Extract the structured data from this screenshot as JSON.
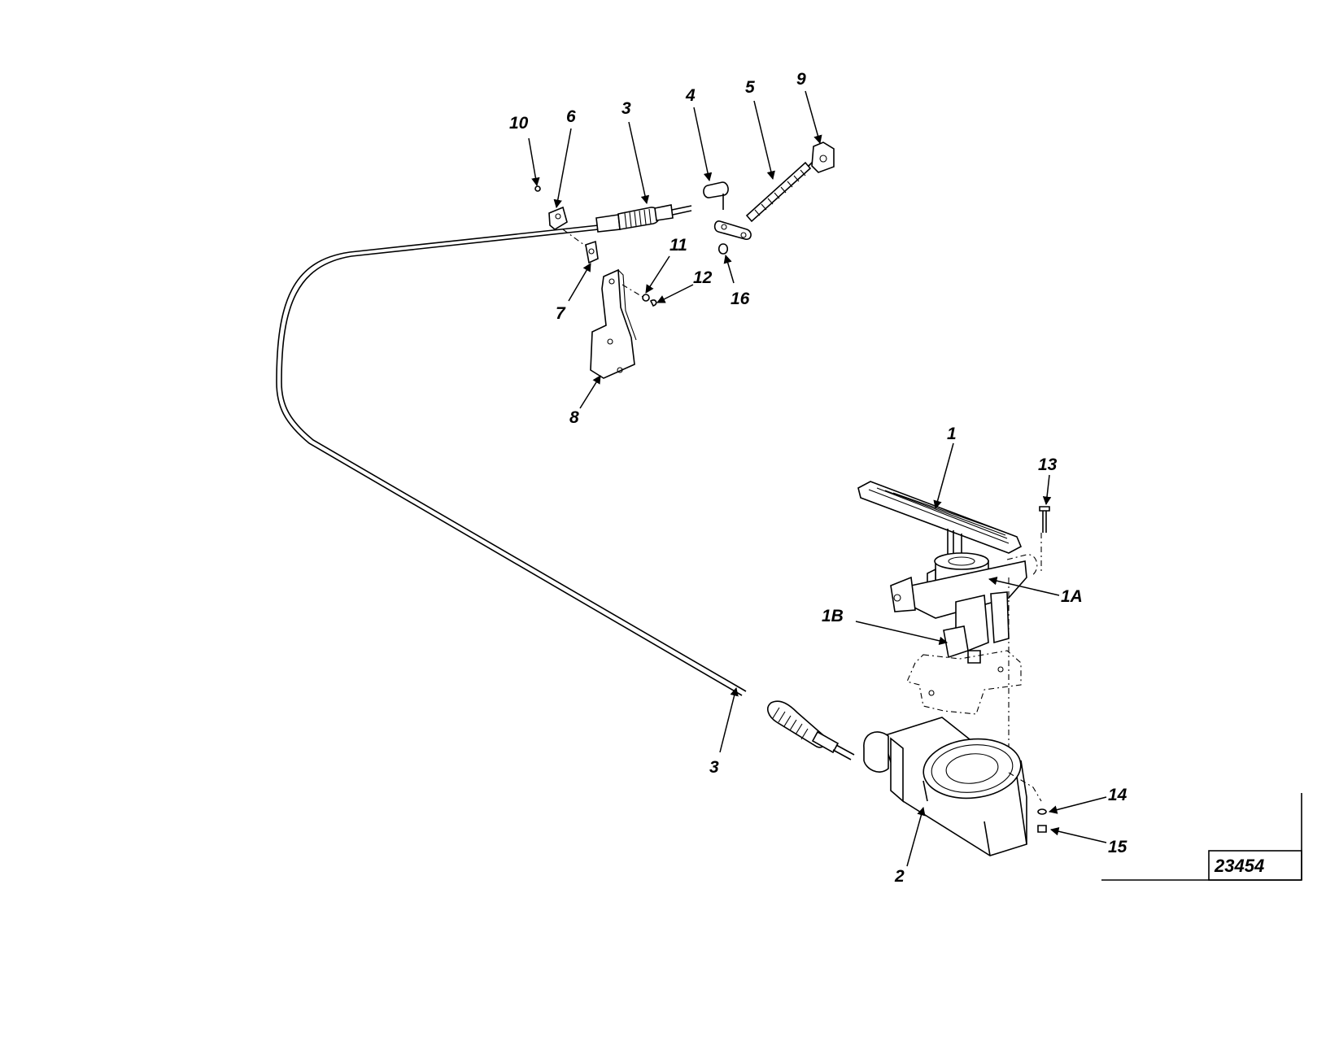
{
  "figure_number": "23454",
  "callouts": [
    {
      "id": "c10",
      "text": "10"
    },
    {
      "id": "c6",
      "text": "6"
    },
    {
      "id": "c3a",
      "text": "3"
    },
    {
      "id": "c4",
      "text": "4"
    },
    {
      "id": "c5",
      "text": "5"
    },
    {
      "id": "c9",
      "text": "9"
    },
    {
      "id": "c11",
      "text": "11"
    },
    {
      "id": "c12",
      "text": "12"
    },
    {
      "id": "c16",
      "text": "16"
    },
    {
      "id": "c7",
      "text": "7"
    },
    {
      "id": "c8",
      "text": "8"
    },
    {
      "id": "c1",
      "text": "1"
    },
    {
      "id": "c13",
      "text": "13"
    },
    {
      "id": "c1A",
      "text": "1A"
    },
    {
      "id": "c1B",
      "text": "1B"
    },
    {
      "id": "c3b",
      "text": "3"
    },
    {
      "id": "c14",
      "text": "14"
    },
    {
      "id": "c15",
      "text": "15"
    },
    {
      "id": "c2",
      "text": "2"
    }
  ]
}
